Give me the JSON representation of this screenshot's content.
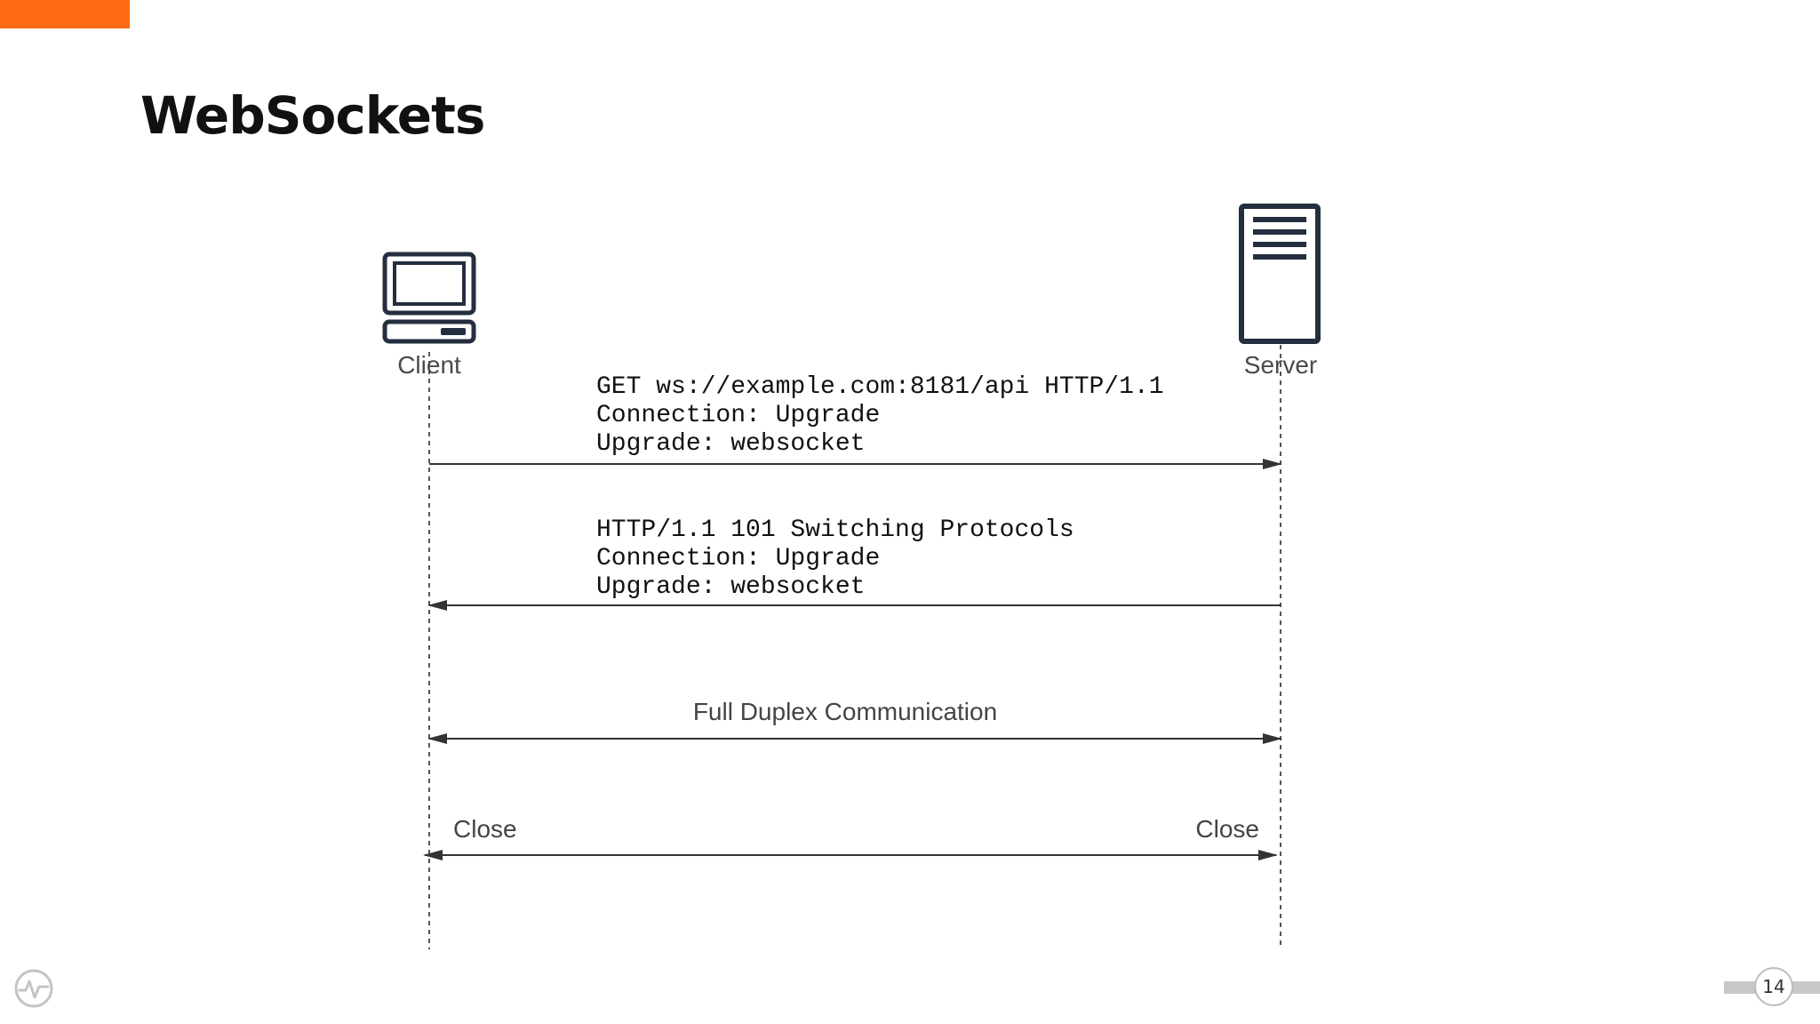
{
  "slide": {
    "title": "WebSockets",
    "page_number": "14",
    "accent_color": "#ff6a13"
  },
  "diagram": {
    "actors": [
      {
        "id": "client",
        "label": "Client",
        "icon": "computer-icon"
      },
      {
        "id": "server",
        "label": "Server",
        "icon": "server-icon"
      }
    ],
    "messages": [
      {
        "id": "upgrade-request",
        "direction": "client-to-server",
        "lines": [
          "GET ws://example.com:8181/api HTTP/1.1",
          "Connection: Upgrade",
          "Upgrade: websocket"
        ]
      },
      {
        "id": "upgrade-response",
        "direction": "server-to-client",
        "lines": [
          "HTTP/1.1 101 Switching Protocols",
          "Connection: Upgrade",
          "Upgrade: websocket"
        ]
      },
      {
        "id": "full-duplex",
        "direction": "bidirectional",
        "label": "Full Duplex Communication"
      },
      {
        "id": "close",
        "direction": "bidirectional",
        "left_label": "Close",
        "right_label": "Close"
      }
    ]
  },
  "footer": {
    "logo_icon": "pulse-logo-icon"
  }
}
